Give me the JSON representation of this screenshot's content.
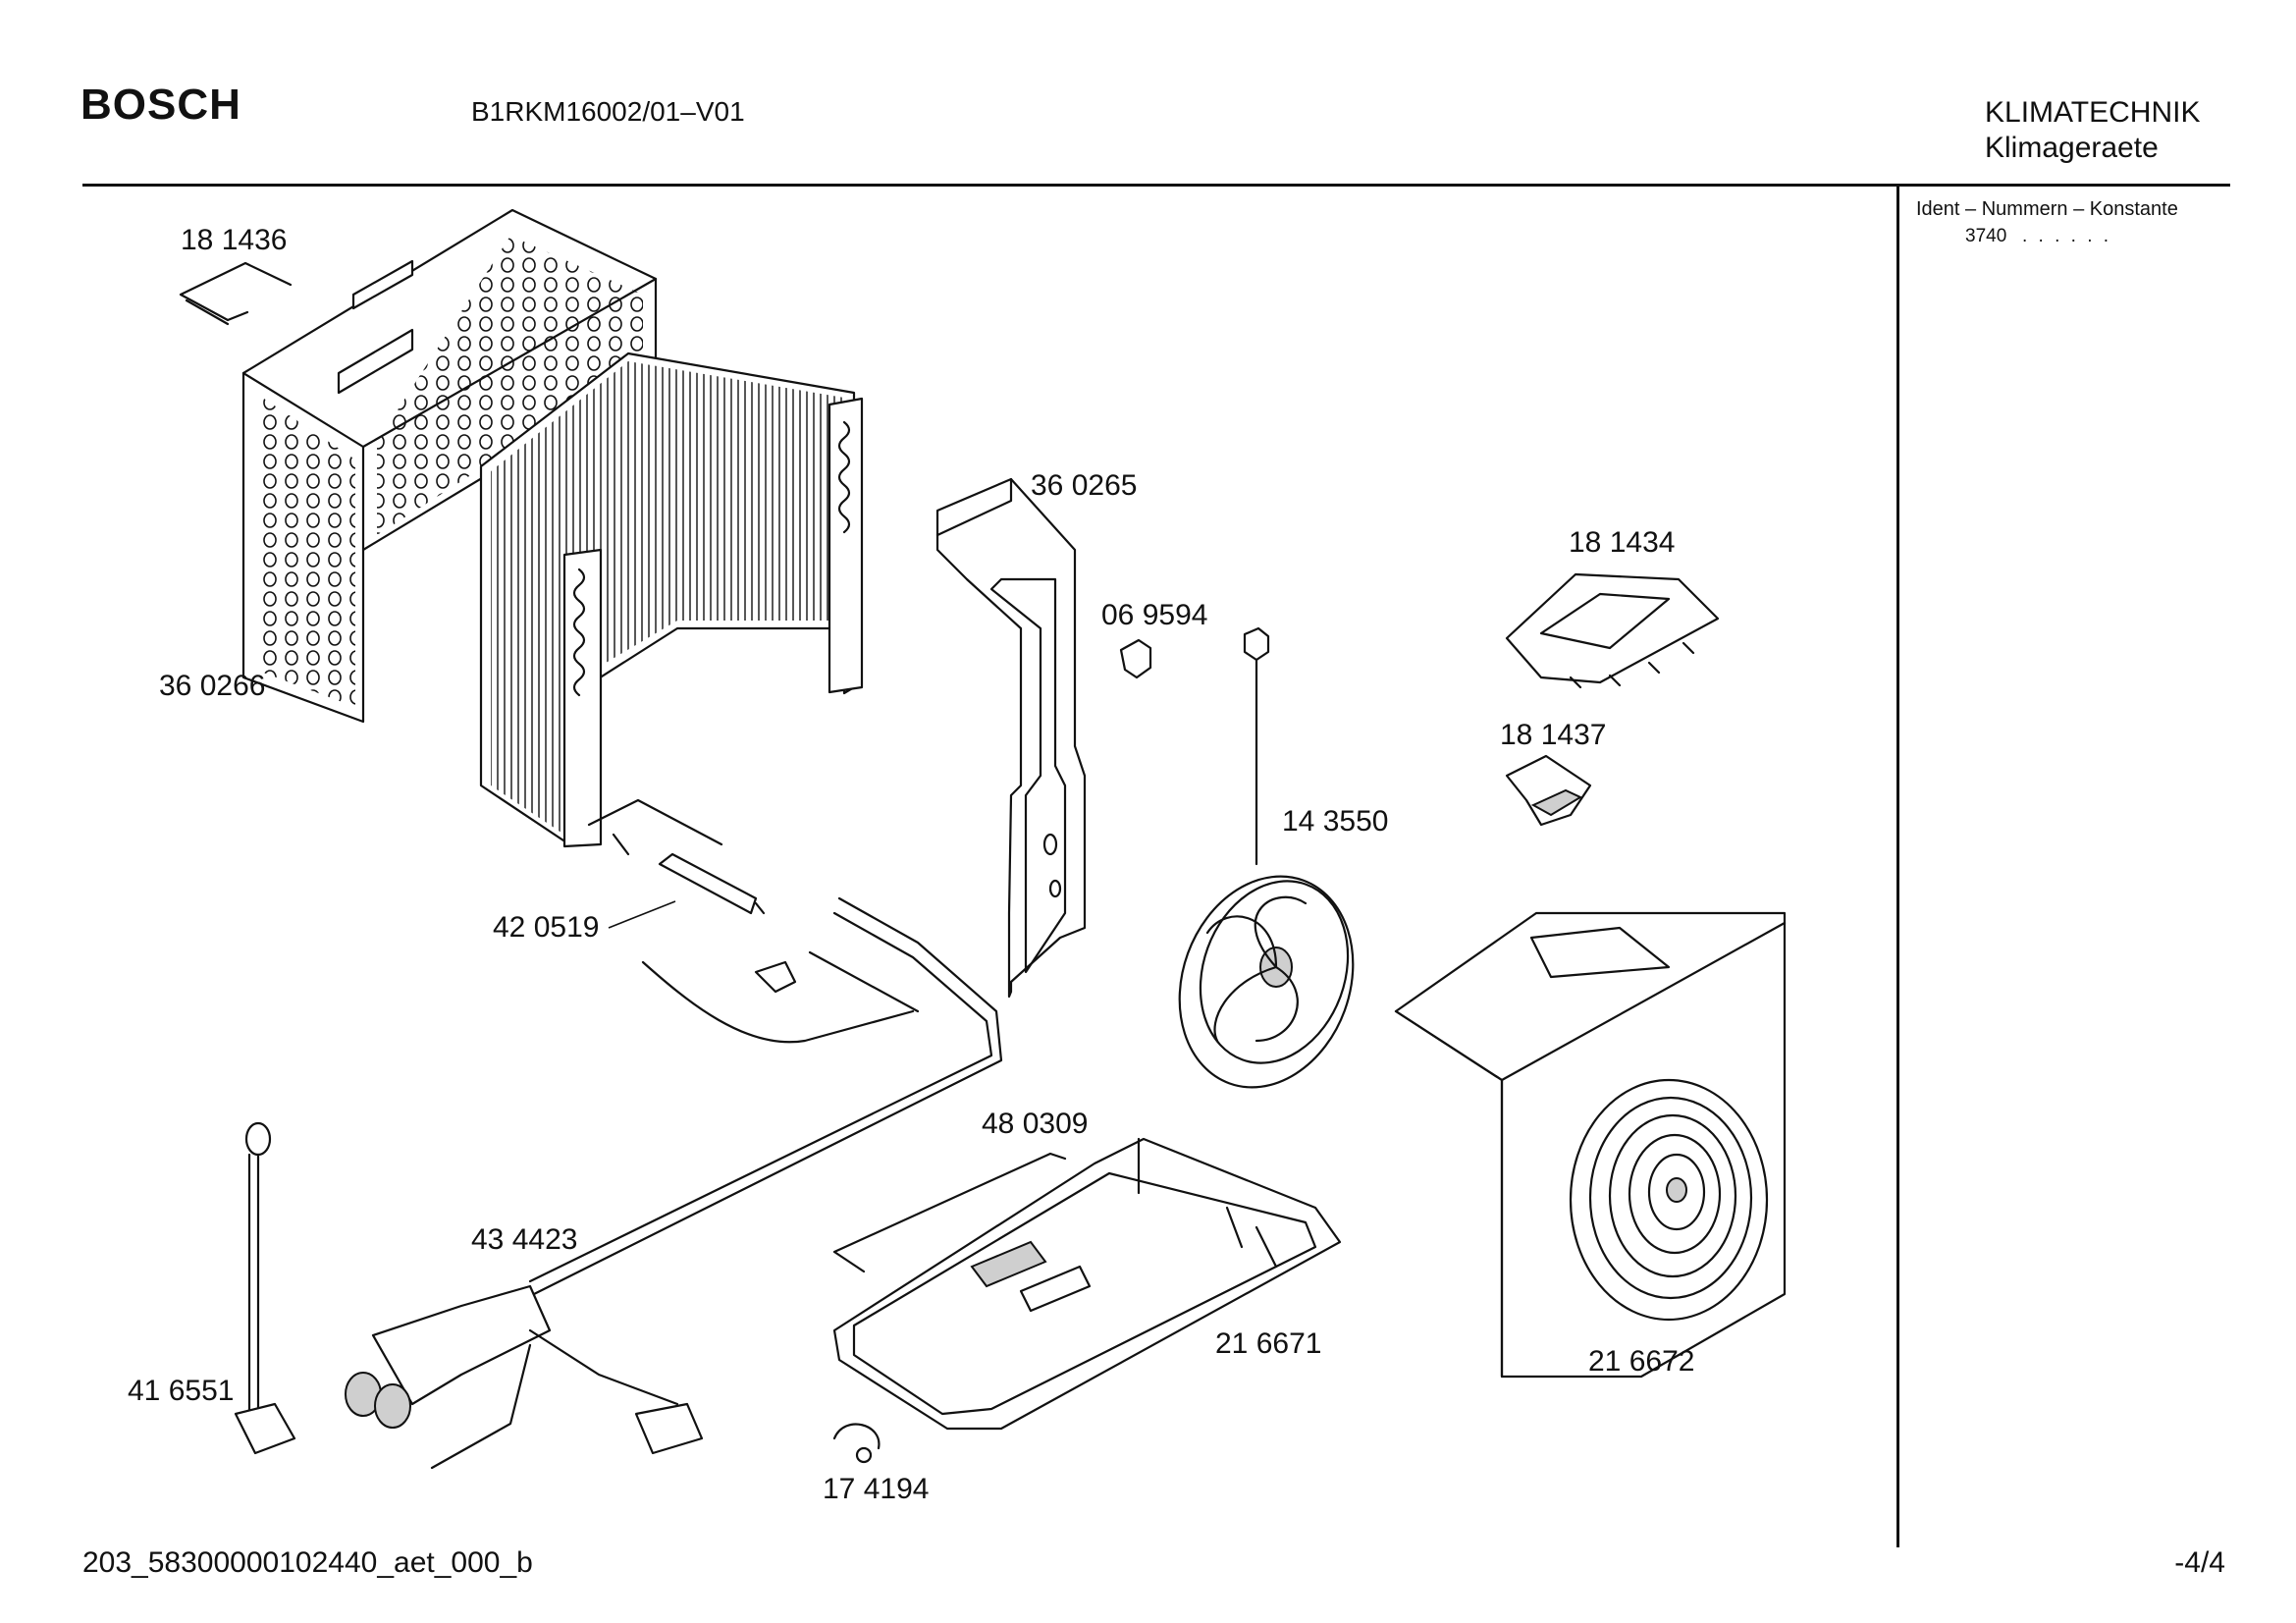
{
  "header": {
    "brand": "BOSCH",
    "model": "B1RKM16002/01–V01",
    "category": "KLIMATECHNIK",
    "subcategory": "Klimageraete"
  },
  "ident_panel": {
    "title": "Ident – Nummern – Konstante",
    "value": "3740",
    "dots": ". .   . . . ."
  },
  "parts": [
    {
      "number": "18 1436"
    },
    {
      "number": "36 0266"
    },
    {
      "number": "36 0265"
    },
    {
      "number": "06 9594"
    },
    {
      "number": "18 1434"
    },
    {
      "number": "18 1437"
    },
    {
      "number": "14 3550"
    },
    {
      "number": "42 0519"
    },
    {
      "number": "48 0309"
    },
    {
      "number": "43 4423"
    },
    {
      "number": "41 6551"
    },
    {
      "number": "21 6671"
    },
    {
      "number": "21 6672"
    },
    {
      "number": "17 4194"
    }
  ],
  "footer": {
    "doc_id": "203_58300000102440_aet_000_b",
    "page": "-4/4"
  }
}
